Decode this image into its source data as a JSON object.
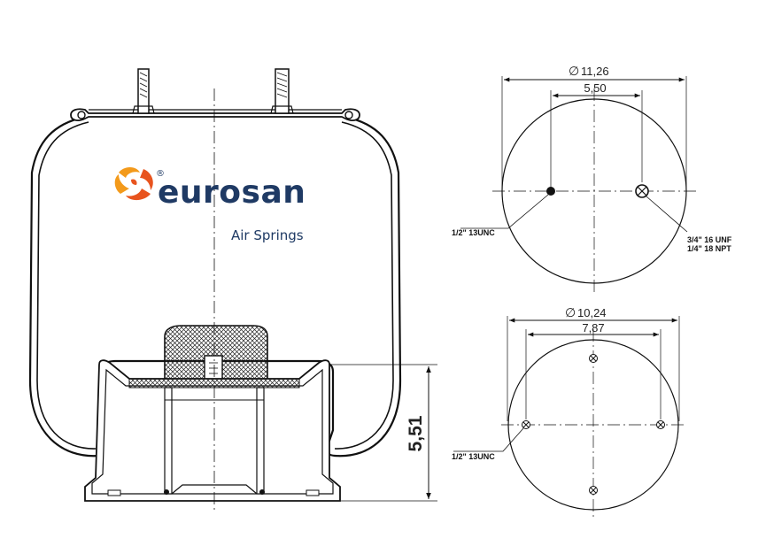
{
  "brand": {
    "name": "eurosan",
    "subtitle": "Air Springs",
    "registered_mark": "®",
    "colors": {
      "text": "#1f3a64",
      "mark_primary": "#e8541e",
      "mark_secondary": "#f39a1b"
    }
  },
  "side_view": {
    "height_dimension": "5,51"
  },
  "top_plate": {
    "diameter": "11,26",
    "bolt_spacing": "5,50",
    "left_callout": "1/2\" 13UNC",
    "right_callout_line1": "3/4\" 16 UNF",
    "right_callout_line2": "1/4\" 18 NPT"
  },
  "bottom_plate": {
    "diameter": "10,24",
    "bolt_spacing": "7,87",
    "left_callout": "1/2\" 13UNC"
  },
  "symbols": {
    "diameter": "∅"
  }
}
